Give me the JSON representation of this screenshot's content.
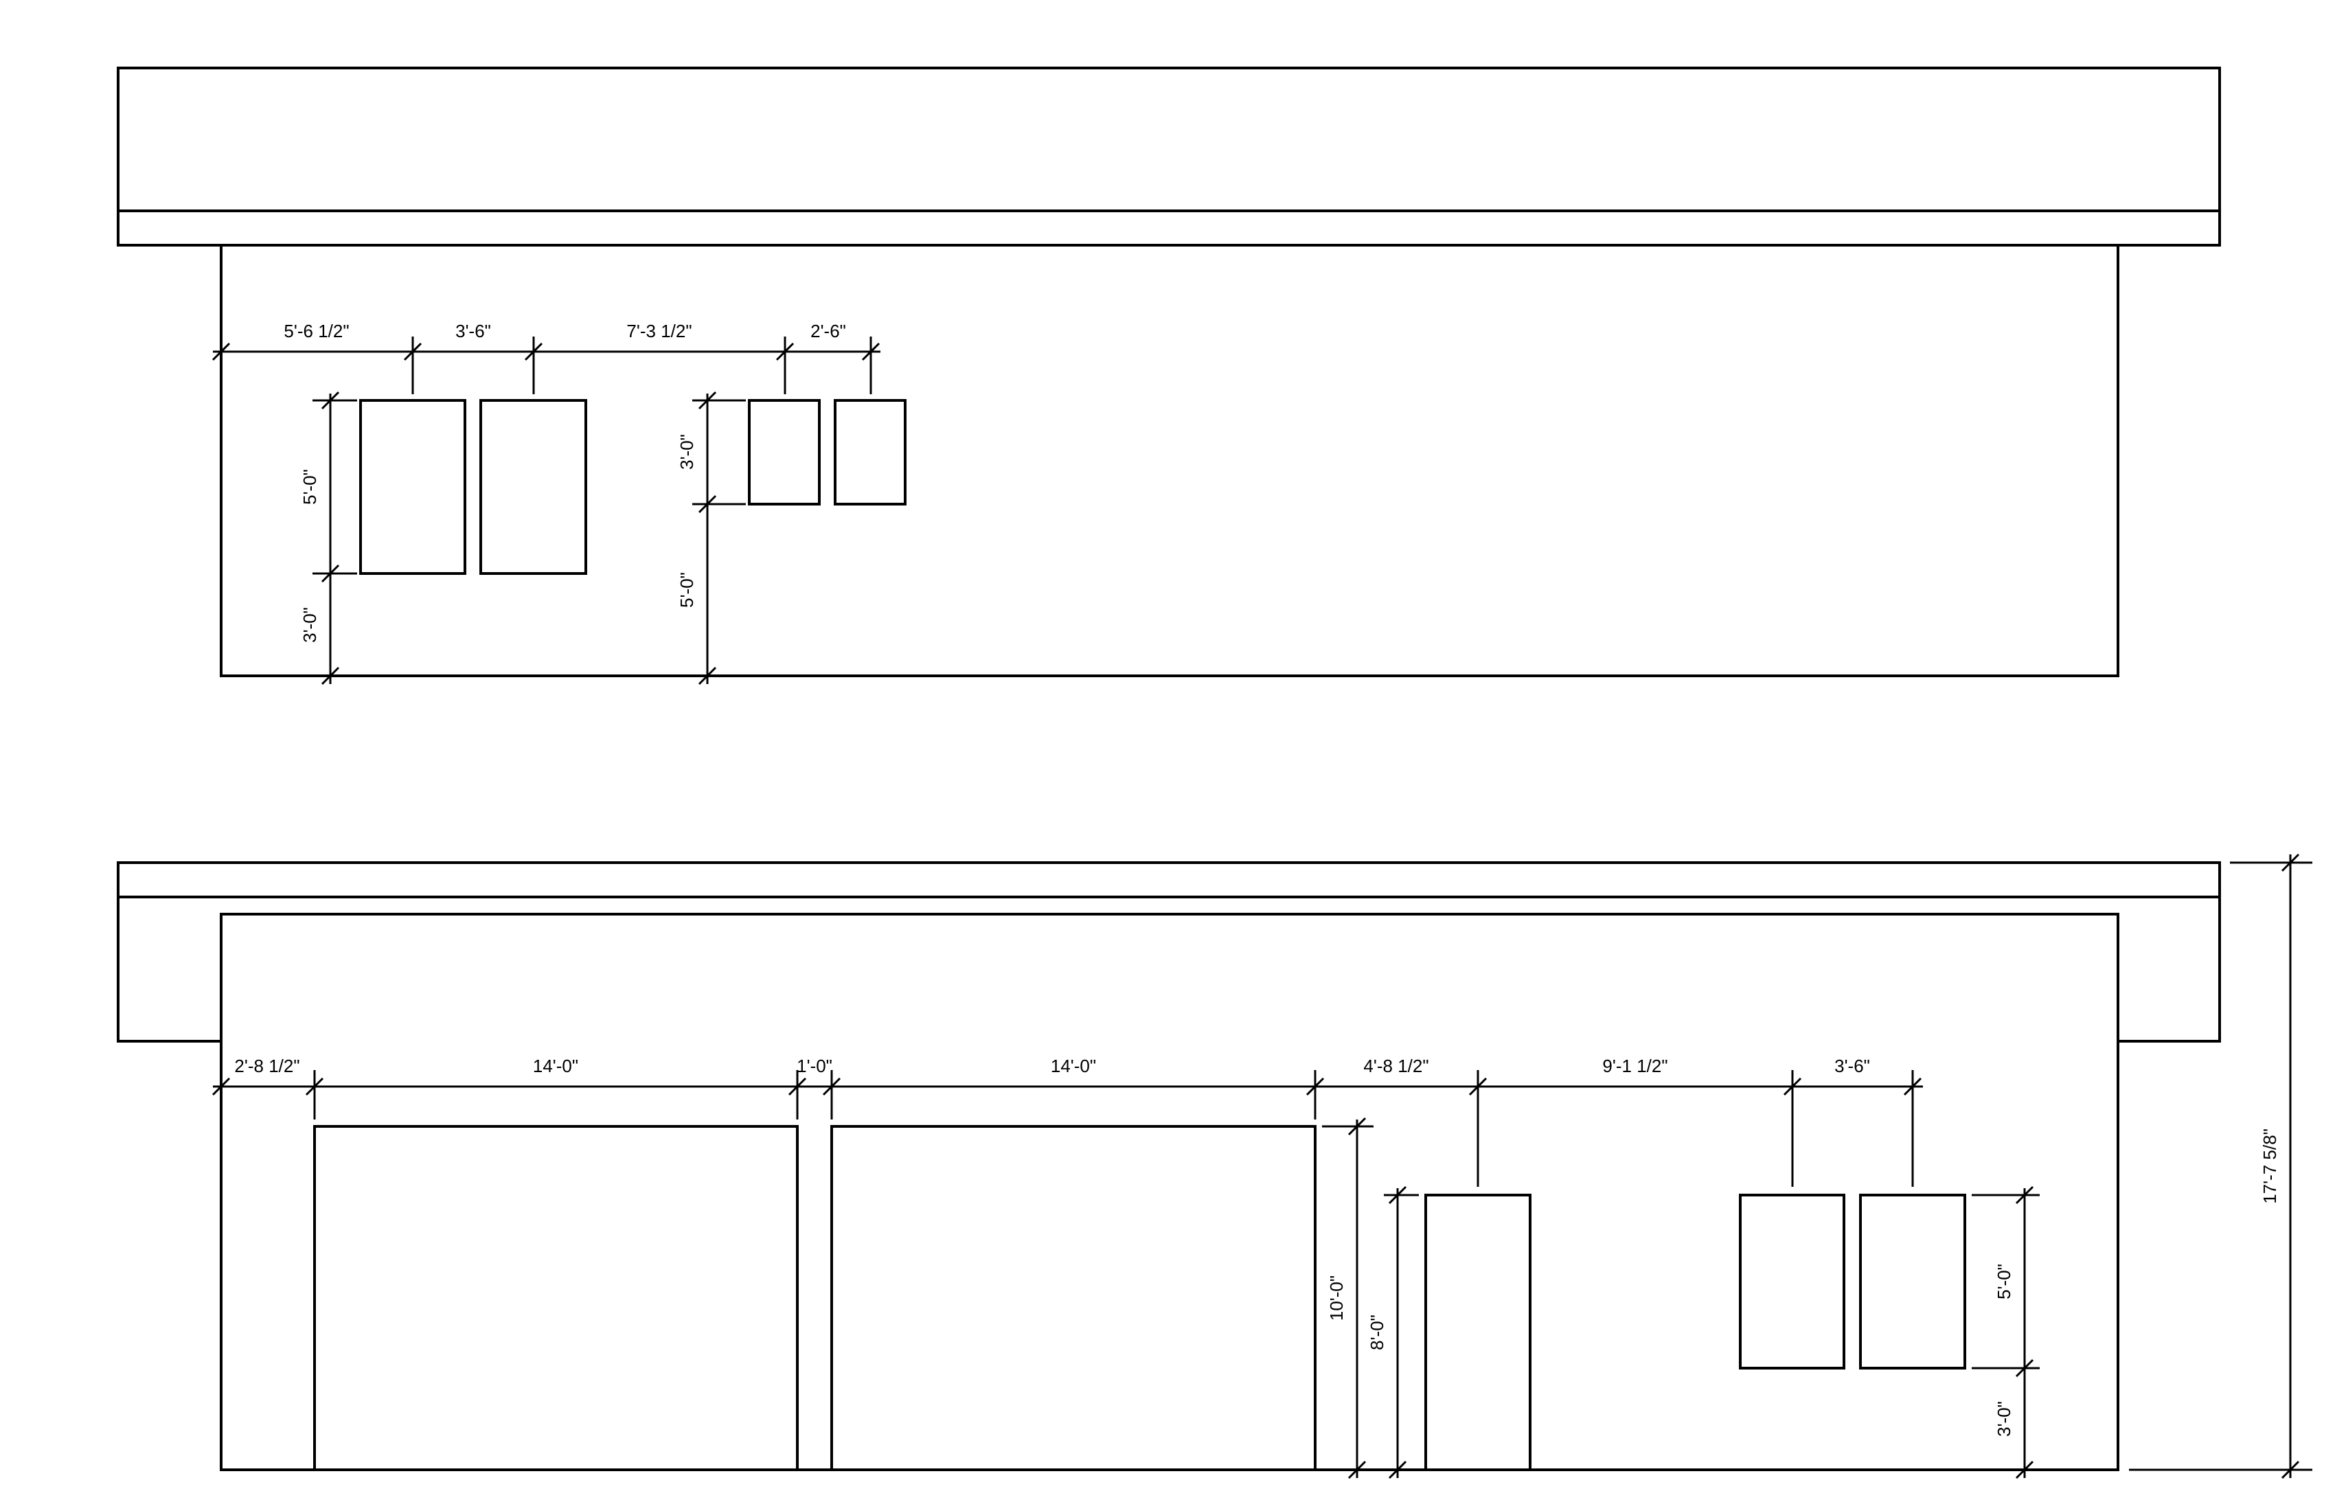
{
  "upper_elevation": {
    "horizontal_dims": [
      "5'-6 1/2\"",
      "3'-6\"",
      "7'-3 1/2\"",
      "2'-6\""
    ],
    "vertical_dims": {
      "window_height_left": "5'-0\"",
      "sill_height_left": "3'-0\"",
      "window_height_right": "3'-0\"",
      "sill_height_right": "5'-0\""
    }
  },
  "lower_elevation": {
    "horizontal_dims": [
      "2'-8 1/2\"",
      "14'-0\"",
      "1'-0\"",
      "14'-0\"",
      "4'-8 1/2\"",
      "9'-1 1/2\"",
      "3'-6\""
    ],
    "vertical_dims": {
      "garage_door_height": "10'-0\"",
      "entry_door_height": "8'-0\"",
      "window_height": "5'-0\"",
      "sill_height": "3'-0\"",
      "overall_height": "17'-7 5/8\""
    }
  }
}
